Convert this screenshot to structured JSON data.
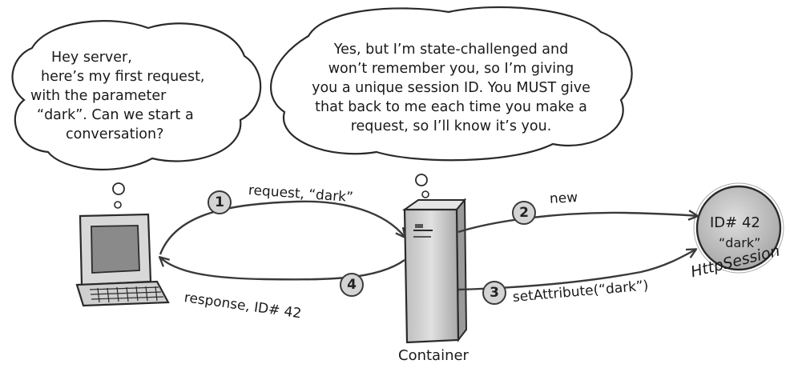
{
  "client_bubble": {
    "lines": [
      "Hey server,",
      "here’s my first request,",
      "with the parameter",
      "“dark”. Can we start a",
      "conversation?"
    ]
  },
  "server_bubble": {
    "lines": [
      "Yes, but I’m state-challenged and",
      "won’t remember you, so I’m giving",
      "you a unique session ID. You MUST give",
      "that back to me each time you make a",
      "request, so I’ll know it’s you."
    ]
  },
  "steps": [
    {
      "number": "1",
      "label": "request, “dark”"
    },
    {
      "number": "2",
      "label": "new"
    },
    {
      "number": "3",
      "label": "setAttribute(“dark”)"
    },
    {
      "number": "4",
      "label": "response, ID# 42"
    }
  ],
  "container": {
    "label": "Container"
  },
  "session": {
    "id": "ID# 42",
    "value": "“dark”",
    "label": "HttpSession"
  },
  "colors": {
    "ink": "#3a3a3a",
    "step_fill": "#d4d4d4",
    "session_fill": "#c9c9c9",
    "server_fill": "#d0d0d0"
  }
}
